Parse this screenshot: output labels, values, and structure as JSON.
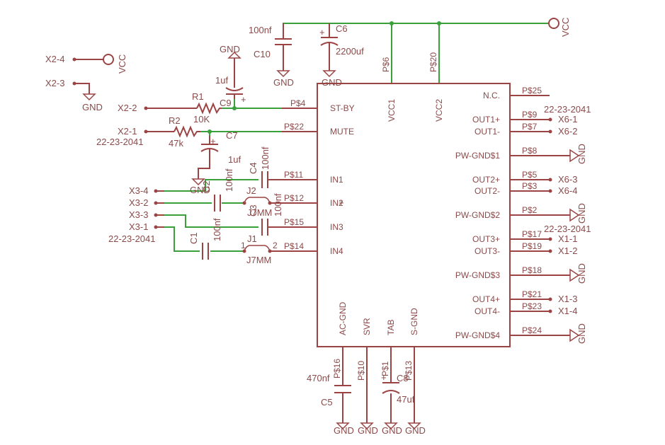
{
  "ic": {
    "pins_left": [
      "ST-BY",
      "MUTE",
      "IN1",
      "IN2",
      "IN3",
      "IN4"
    ],
    "pins_top": [
      "VCC1",
      "VCC2"
    ],
    "pins_right": [
      "N.C.",
      "OUT1+",
      "OUT1-",
      "PW-GND$1",
      "OUT2+",
      "OUT2-",
      "PW-GND$2",
      "OUT3+",
      "OUT3-",
      "PW-GND$3",
      "OUT4+",
      "OUT4-",
      "PW-GND$4"
    ],
    "pins_bottom": [
      "AC-GND",
      "SVR",
      "TAB",
      "S-GND"
    ]
  },
  "pads": {
    "left": [
      "P$4",
      "P$22",
      "P$11",
      "P$12",
      "P$15",
      "P$14"
    ],
    "top": [
      "P$6",
      "P$20"
    ],
    "right": [
      "P$25",
      "P$9",
      "P$7",
      "P$8",
      "P$5",
      "P$3",
      "P$2",
      "P$17",
      "P$19",
      "P$18",
      "P$21",
      "P$23",
      "P$24"
    ],
    "bottom": [
      "P$16",
      "P$10",
      "P$1",
      "P$13"
    ]
  },
  "connectors": {
    "x2": [
      "X2-4",
      "X2-3",
      "X2-2",
      "X2-1"
    ],
    "x3": [
      "X3-4",
      "X3-2",
      "X3-3",
      "X3-1"
    ],
    "x6": [
      "X6-1",
      "X6-2",
      "X6-3",
      "X6-4"
    ],
    "x1": [
      "X1-1",
      "X1-2",
      "X1-3",
      "X1-4"
    ],
    "part_number": "22-23-2041"
  },
  "components": {
    "r1": {
      "name": "R1",
      "value": "10K"
    },
    "r2": {
      "name": "R2",
      "value": "47k"
    },
    "c1": {
      "name": "C1",
      "value": "100nf"
    },
    "c2": {
      "name": "C2",
      "value": "100nf"
    },
    "c3": {
      "name": "C3",
      "value": "100nf"
    },
    "c4": {
      "name": "C4",
      "value": "100nf"
    },
    "c5": {
      "name": "C5",
      "value": "470nf"
    },
    "c6": {
      "name": "C6",
      "value": "2200uf"
    },
    "c7": {
      "name": "C7",
      "value": "1uf"
    },
    "c8": {
      "name": "C8",
      "value": "47uf"
    },
    "c9": {
      "name": "C9",
      "value": "1uf"
    },
    "c10": {
      "name": "C10",
      "value": "100nf"
    },
    "j1": {
      "name": "J1",
      "value": "J7MM"
    },
    "j2": {
      "name": "J2",
      "value": "J7MM"
    },
    "jumper_pins": [
      "1",
      "2"
    ]
  },
  "power": {
    "vcc": "VCC",
    "gnd": "GND"
  },
  "colors": {
    "part": "#9c4444",
    "wire": "#3aa13a",
    "text": "#8c4a4a",
    "background": "#ffffff"
  }
}
